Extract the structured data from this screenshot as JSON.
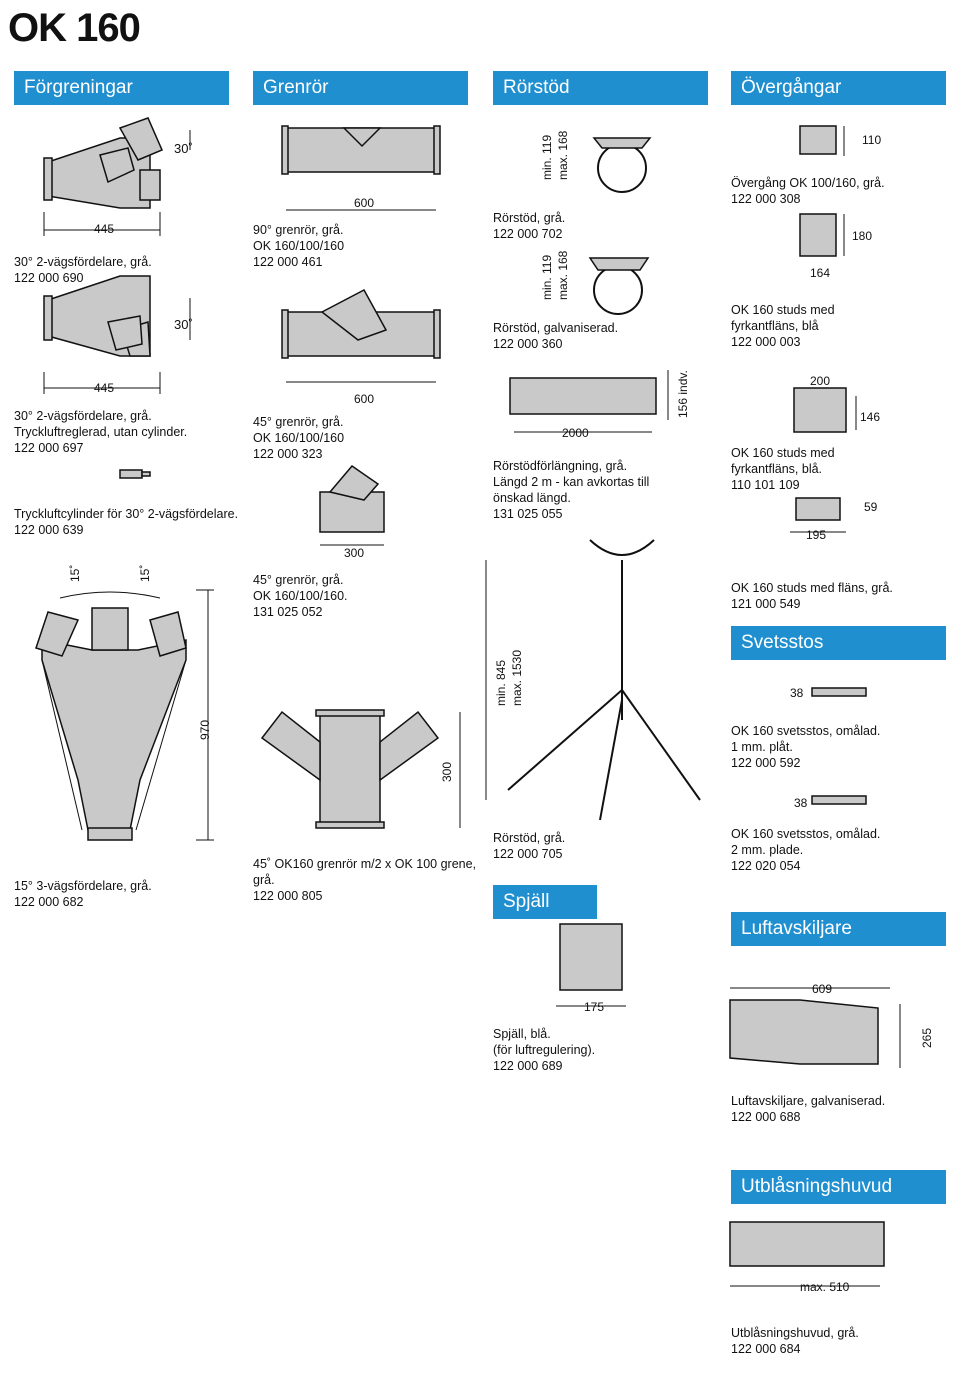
{
  "page_title": "OK 160",
  "headers": {
    "forgreningar": "Förgreningar",
    "grenror": "Grenrör",
    "rorstod": "Rörstöd",
    "overgangar": "Övergångar",
    "svetsstos": "Svetsstos",
    "spjall": "Spjäll",
    "luftavskiljare": "Luftavskiljare",
    "utblasningshuvud": "Utblåsningshuvud"
  },
  "captions": {
    "c1": "30° 2-vägsfördelare, grå.\n122 000 690",
    "c2": "30° 2-vägsfördelare, grå.\nTryckluftreglerad, utan cylinder.\n122 000 697",
    "c3": "Tryckluftcylinder för 30° 2-vägsfördelare.\n122 000 639",
    "c4": "15° 3-vägsfördelare, grå.\n122 000 682",
    "g1": "90° grenrör, grå.\nOK 160/100/160\n122 000 461",
    "g2": "45° grenrör, grå.\nOK 160/100/160\n122 000 323",
    "g3": "45° grenrör, grå.\nOK 160/100/160.\n131 025 052",
    "g4": "45˚ OK160 grenrör m/2 x OK 100 grene,\ngrå.\n122 000 805",
    "r1": "Rörstöd, grå.\n122 000 702",
    "r2": "Rörstöd, galvaniserad.\n122 000 360",
    "r3": "Rörstödförlängning, grå.\nLängd 2 m - kan avkortas till\nönskad längd.\n131 025 055",
    "r4": "Rörstöd, grå.\n122 000 705",
    "s1": "Spjäll, blå.\n(för luftregulering).\n122 000 689",
    "o1": "Övergång OK 100/160, grå.\n122 000 308",
    "o2": "OK 160 studs med\nfyrkantfläns, blå\n122 000 003",
    "o3": "OK 160 studs med\nfyrkantfläns, blå.\n110 101 109",
    "o4": "OK 160 studs med fläns, grå.\n121 000 549",
    "v1": "OK 160 svetsstos, omålad.\n1 mm. plåt.\n122 000 592",
    "v2": "OK 160 svetsstos, omålad.\n2 mm. plade.\n122 020 054",
    "l1": "Luftavskiljare, galvaniserad.\n122 000 688",
    "u1": "Utblåsningshuvud, grå.\n122 000 684"
  },
  "dims": {
    "d445a": "445",
    "d30a": "30˚",
    "d30b": "30˚",
    "d445b": "445",
    "d15a": "15˚",
    "d15b": "15˚",
    "d970": "970",
    "d600a": "600",
    "d600b": "600",
    "d300a": "300",
    "d300b": "300",
    "r_min1": "min. 119",
    "r_max1": "max. 168",
    "r_min2": "min. 119",
    "r_max2": "max. 168",
    "d2000": "2000",
    "d156": "156 indv.",
    "r_min3": "min. 845",
    "r_max3": "max. 1530",
    "d175": "175",
    "d110": "110",
    "d180": "180",
    "d164": "164",
    "d200": "200",
    "d146": "146",
    "d195": "195",
    "d59": "59",
    "d38a": "38",
    "d38b": "38",
    "d609": "609",
    "d265": "265",
    "dmax510": "max. 510"
  }
}
